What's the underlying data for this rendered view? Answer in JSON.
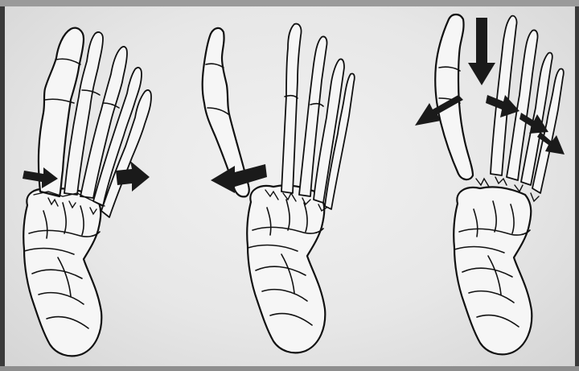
{
  "figure": {
    "panels": [
      {
        "id": "left",
        "arrows": [
          "medial",
          "lateral"
        ]
      },
      {
        "id": "middle",
        "arrows": [
          "medial"
        ]
      },
      {
        "id": "right",
        "arrows": [
          "downward",
          "medial",
          "lateral",
          "lateral",
          "lateral"
        ]
      }
    ],
    "colors": {
      "bone_fill": "#f6f6f6",
      "outline": "#111111",
      "arrow": "#1a1a1a",
      "paper": "#e9e9e9"
    }
  }
}
